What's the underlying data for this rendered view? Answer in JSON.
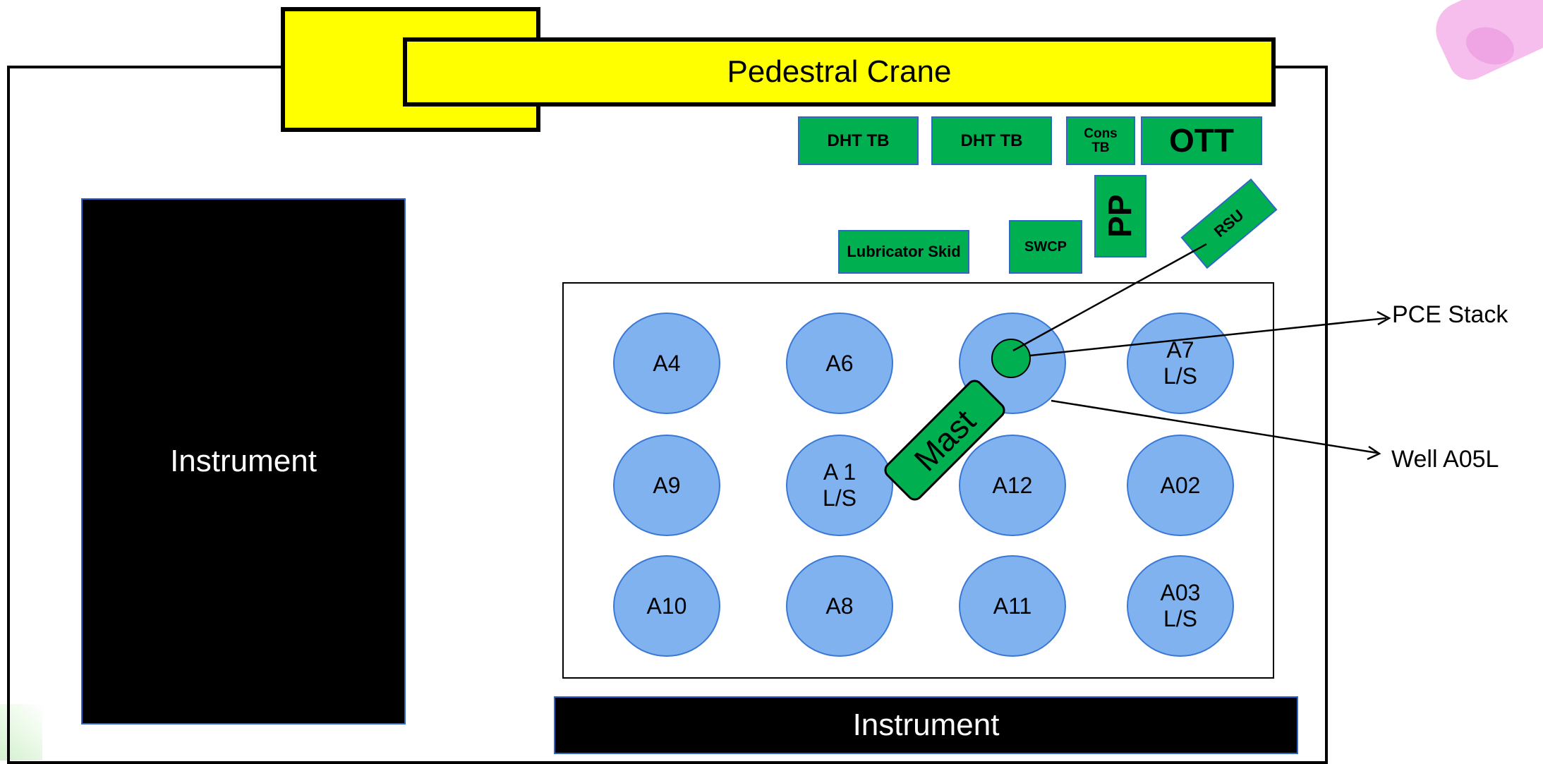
{
  "crane": {
    "label": "Pedestral Crane"
  },
  "instruments": {
    "left_label": "Instrument",
    "bottom_label": "Instrument"
  },
  "equipment": {
    "dht_tb_1": "DHT TB",
    "dht_tb_2": "DHT TB",
    "cons_tb": "Cons TB",
    "ott": "OTT",
    "lubricator_skid": "Lubricator Skid",
    "swcp": "SWCP",
    "pp": "PP",
    "rsu": "RSU",
    "mast": "Mast"
  },
  "wells": [
    {
      "label": "A4"
    },
    {
      "label": "A6"
    },
    {
      "label": ""
    },
    {
      "label": "A7\nL/S"
    },
    {
      "label": "A9"
    },
    {
      "label": "A 1\nL/S"
    },
    {
      "label": "A12"
    },
    {
      "label": "A02"
    },
    {
      "label": "A10"
    },
    {
      "label": "A8"
    },
    {
      "label": "A11"
    },
    {
      "label": "A03\nL/S"
    }
  ],
  "callouts": {
    "pce_stack": "PCE Stack",
    "well": "Well A05L"
  },
  "colors": {
    "equipment_green": "#00b050",
    "crane_yellow": "#ffff00",
    "well_blue": "#7fb2ee",
    "instrument_black": "#000000"
  }
}
